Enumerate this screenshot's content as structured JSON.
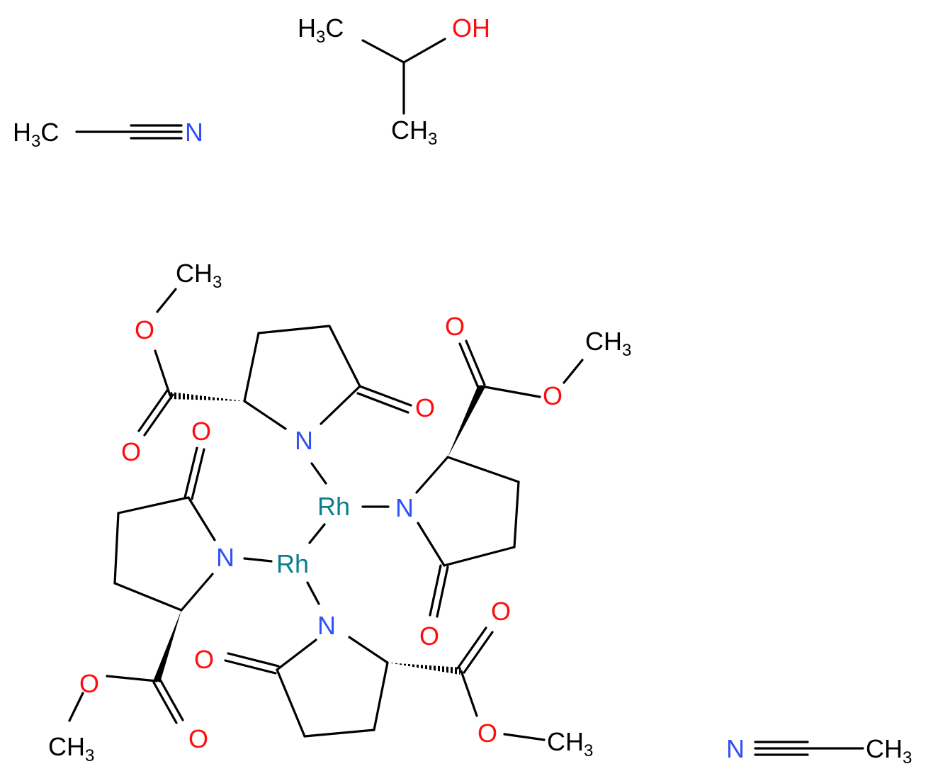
{
  "diagram": {
    "type": "chemical-structure",
    "colors": {
      "carbon": "#000000",
      "oxygen": "#ff0d0d",
      "nitrogen": "#3050f8",
      "rhodium": "#0a7d8c"
    },
    "fragments": [
      "acetonitrile",
      "isopropanol",
      "dirhodium tetrakis(methyl pyroglutamate)",
      "acetonitrile"
    ],
    "labels": {
      "acn1_me_main": "H",
      "acn1_me_num": "3",
      "acn1_me_c": "C",
      "acn1_n": "N",
      "ipa_me1_main": "H",
      "ipa_me1_num": "3",
      "ipa_me1_c": "C",
      "ipa_oh": "OH",
      "ipa_me2_main": "CH",
      "ipa_me2_num": "3",
      "rh_top": "Rh",
      "rh_bottom": "Rh",
      "n_top": "N",
      "n_right": "N",
      "n_left": "N",
      "n_bottom": "N",
      "ring1_ketone_o": "O",
      "ring1_ester_carbonyl_o": "O",
      "ring1_ester_o": "O",
      "ring1_me_main": "CH",
      "ring1_me_num": "3",
      "ring2_ketone_o": "O",
      "ring2_ester_carbonyl_o": "O",
      "ring2_ester_o": "O",
      "ring2_me_main": "CH",
      "ring2_me_num": "3",
      "ring3_ketone_o": "O",
      "ring3_ester_carbonyl_o": "O",
      "ring3_ester_o": "O",
      "ring3_me_main": "CH",
      "ring3_me_num": "3",
      "ring4_ketone_o": "O",
      "ring4_ester_carbonyl_o": "O",
      "ring4_ester_o": "O",
      "ring4_me_main": "CH",
      "ring4_me_num": "3",
      "acn2_n": "N",
      "acn2_me_main": "CH",
      "acn2_me_num": "3"
    }
  }
}
